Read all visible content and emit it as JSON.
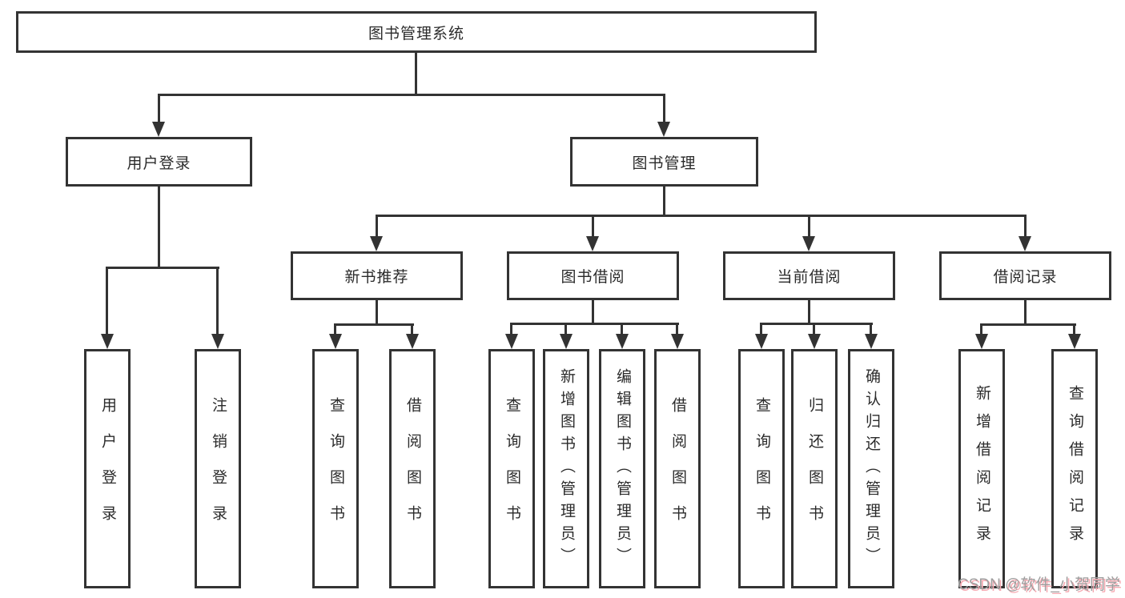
{
  "diagram_type": "functional-structure-tree",
  "colors": {
    "line": "#333333",
    "text": "#2b2b2b",
    "box_bg": "#ffffff",
    "background": "#ffffff",
    "watermark_text": "#9e9e9e",
    "watermark_shadow": "#f6aab2"
  },
  "tree": {
    "label": "图书管理系统",
    "children": [
      {
        "label": "用户登录",
        "children": [
          {
            "label": "用户登录"
          },
          {
            "label": "注销登录"
          }
        ]
      },
      {
        "label": "图书管理",
        "children": [
          {
            "label": "新书推荐",
            "children": [
              {
                "label": "查询图书"
              },
              {
                "label": "借阅图书"
              }
            ]
          },
          {
            "label": "图书借阅",
            "children": [
              {
                "label": "查询图书"
              },
              {
                "label": "新增图书（管理员）"
              },
              {
                "label": "编辑图书（管理员）"
              },
              {
                "label": "借阅图书"
              }
            ]
          },
          {
            "label": "当前借阅",
            "children": [
              {
                "label": "查询图书"
              },
              {
                "label": "归还图书"
              },
              {
                "label": "确认归还（管理员）"
              }
            ]
          },
          {
            "label": "借阅记录",
            "children": [
              {
                "label": "新增借阅记录"
              },
              {
                "label": "查询借阅记录"
              }
            ]
          }
        ]
      }
    ]
  },
  "watermark": {
    "text": "CSDN @软件_小贺同学"
  }
}
